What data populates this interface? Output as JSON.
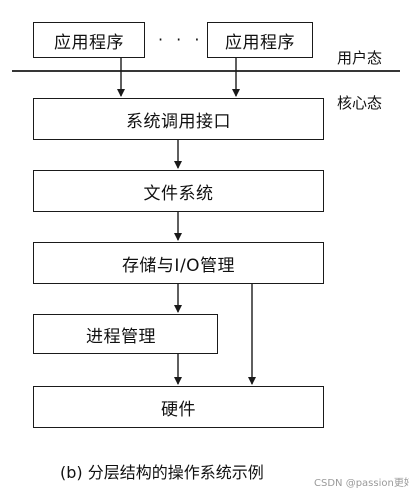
{
  "boxes": {
    "app_left": "应用程序",
    "app_right": "应用程序",
    "syscall": "系统调用接口",
    "filesystem": "文件系统",
    "storage_io": "存储与I/O管理",
    "process": "进程管理",
    "hardware": "硬件"
  },
  "ellipsis": "· · ·",
  "zones": {
    "user": "用户态",
    "kernel": "核心态"
  },
  "caption": "(b) 分层结构的操作系统示例",
  "watermark": "CSDN @passion更好",
  "colors": {
    "line": "#1a1a1a",
    "text": "#111111",
    "watermark": "#9a9a9a"
  }
}
